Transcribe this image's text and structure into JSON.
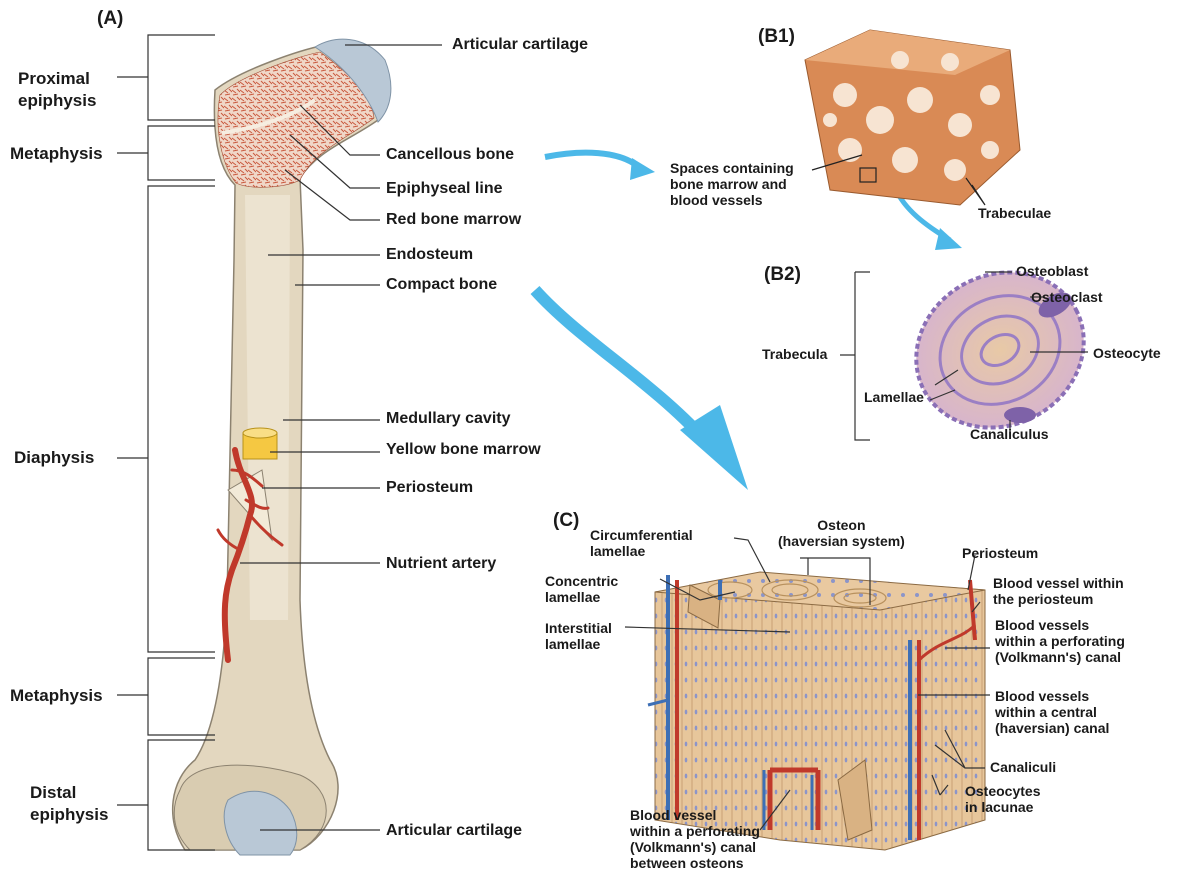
{
  "panels": {
    "a": "(A)",
    "b1": "(B1)",
    "b2": "(B2)",
    "c": "(C)"
  },
  "regions": {
    "proximal_epiphysis": "Proximal\nepiphysis",
    "metaphysis_top": "Metaphysis",
    "diaphysis": "Diaphysis",
    "metaphysis_bottom": "Metaphysis",
    "distal_epiphysis": "Distal\nepiphysis"
  },
  "femur_labels": {
    "articular_cartilage_top": "Articular cartilage",
    "cancellous_bone": "Cancellous bone",
    "epiphyseal_line": "Epiphyseal line",
    "red_bone_marrow": "Red bone marrow",
    "endosteum": "Endosteum",
    "compact_bone": "Compact bone",
    "medullary_cavity": "Medullary cavity",
    "yellow_bone_marrow": "Yellow bone marrow",
    "periosteum": "Periosteum",
    "nutrient_artery": "Nutrient artery",
    "articular_cartilage_bottom": "Articular cartilage"
  },
  "b1_labels": {
    "spaces": "Spaces containing\nbone marrow and\nblood vessels",
    "trabeculae": "Trabeculae"
  },
  "b2_labels": {
    "osteoblast": "Osteoblast",
    "osteoclast": "Osteoclast",
    "osteocyte": "Osteocyte",
    "trabecula": "Trabecula",
    "lamellae": "Lamellae",
    "canaliculus": "Canaliculus"
  },
  "c_labels": {
    "circumferential": "Circumferential\nlamellae",
    "osteon": "Osteon\n(haversian system)",
    "periosteum": "Periosteum",
    "concentric": "Concentric\nlamellae",
    "interstitial": "Interstitial\nlamellae",
    "vessel_periosteum": "Blood vessel within\nthe periosteum",
    "vessels_perforating": "Blood vessels\nwithin a perforating\n(Volkmann's) canal",
    "vessels_central": "Blood vessels\nwithin a central\n(haversian) canal",
    "canaliculi": "Canaliculi",
    "osteocytes": "Osteocytes\nin lacunae",
    "vessel_between": "Blood vessel\nwithin a perforating\n(Volkmann's) canal\nbetween osteons"
  },
  "colors": {
    "bone": "#e3d7bf",
    "cartilage": "#b9c8d6",
    "spongy": "#e6b29a",
    "artery": "#c0392b",
    "vein": "#3d6fb5",
    "arrow": "#4cb8e8",
    "trabecula_fill": "#b59fd1"
  }
}
